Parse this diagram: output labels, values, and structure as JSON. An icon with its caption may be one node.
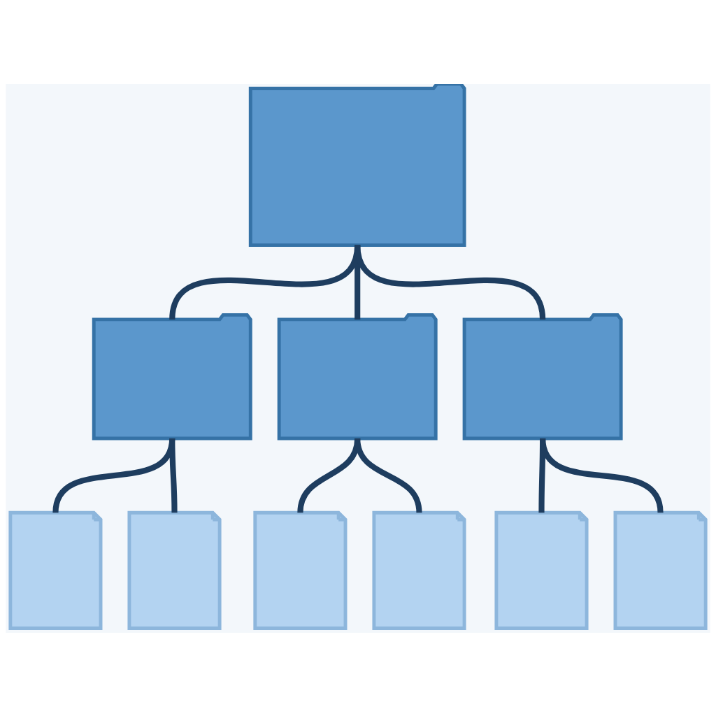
{
  "diagram": {
    "nodes": [
      {
        "text": [],
        "shape": "folder"
      },
      {
        "text": [],
        "shape": "folder"
      },
      {
        "text": [],
        "shape": "folder"
      },
      {
        "text": [],
        "shape": "folder"
      },
      {
        "text": [],
        "shape": "document"
      },
      {
        "text": [],
        "shape": "document"
      },
      {
        "text": [],
        "shape": "document"
      },
      {
        "text": [],
        "shape": "document"
      },
      {
        "text": [],
        "shape": "document"
      },
      {
        "text": [],
        "shape": "document"
      }
    ],
    "edges": [
      {
        "from": 0,
        "to": 1,
        "arrow": "none"
      },
      {
        "from": 0,
        "to": 2,
        "arrow": "none"
      },
      {
        "from": 0,
        "to": 3,
        "arrow": "none"
      },
      {
        "from": 1,
        "to": 4,
        "arrow": "none"
      },
      {
        "from": 1,
        "to": 5,
        "arrow": "none"
      },
      {
        "from": 2,
        "to": 6,
        "arrow": "none"
      },
      {
        "from": 2,
        "to": 7,
        "arrow": "none"
      },
      {
        "from": 3,
        "to": 8,
        "arrow": "none"
      },
      {
        "from": 3,
        "to": 9,
        "arrow": "none"
      }
    ]
  }
}
